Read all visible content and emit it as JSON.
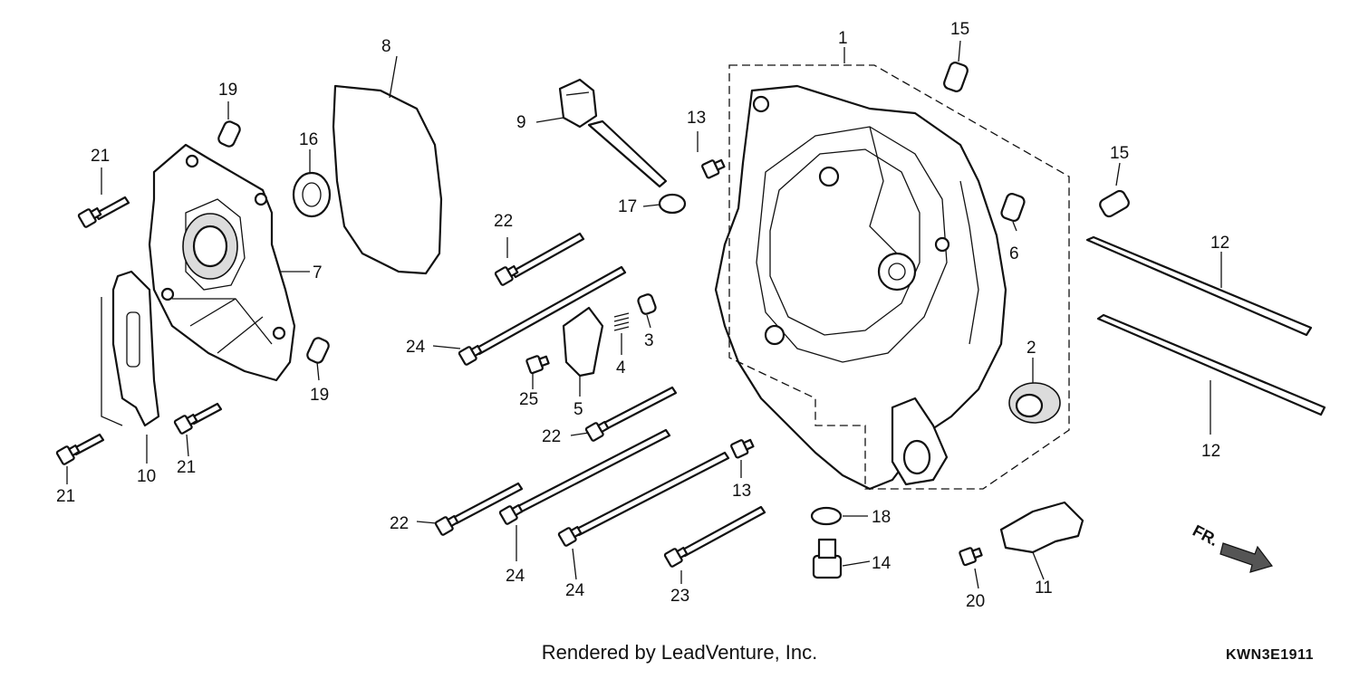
{
  "callouts": {
    "c1": "1",
    "c2": "2",
    "c3": "3",
    "c4": "4",
    "c5": "5",
    "c6": "6",
    "c7": "7",
    "c8": "8",
    "c9": "9",
    "c10": "10",
    "c11": "11",
    "c12a": "12",
    "c12b": "12",
    "c13a": "13",
    "c13b": "13",
    "c14": "14",
    "c15a": "15",
    "c15b": "15",
    "c16": "16",
    "c17": "17",
    "c18": "18",
    "c19a": "19",
    "c19b": "19",
    "c20": "20",
    "c21a": "21",
    "c21b": "21",
    "c21c": "21",
    "c22a": "22",
    "c22b": "22",
    "c22c": "22",
    "c23": "23",
    "c24a": "24",
    "c24b": "24",
    "c24c": "24",
    "c25": "25"
  },
  "front_marker": "FR.",
  "footer": {
    "credit": "Rendered by LeadVenture, Inc.",
    "diagram_code": "KWN3E1911"
  }
}
